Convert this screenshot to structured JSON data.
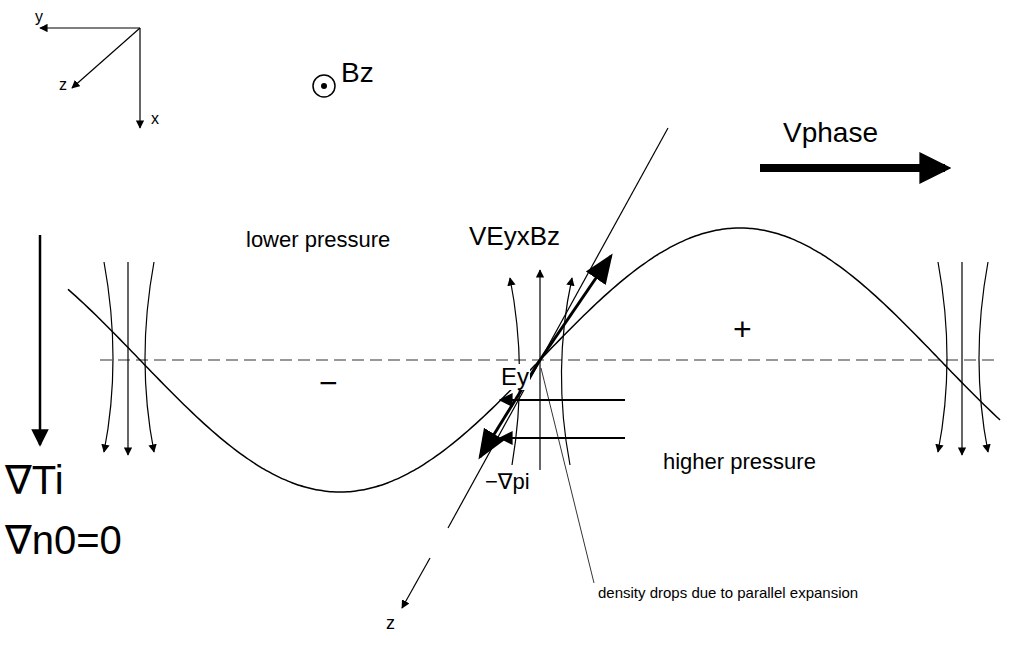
{
  "diagram": {
    "labels": [
      "y",
      "z",
      "x",
      "Bz",
      "Vphase",
      "VEyxBz",
      "lower pressure",
      "Ey",
      "+",
      "−",
      "higher pressure",
      "∇Ti",
      "∇n0=0",
      "−∇pi",
      "density drops due to parallel expansion",
      "z"
    ]
  }
}
